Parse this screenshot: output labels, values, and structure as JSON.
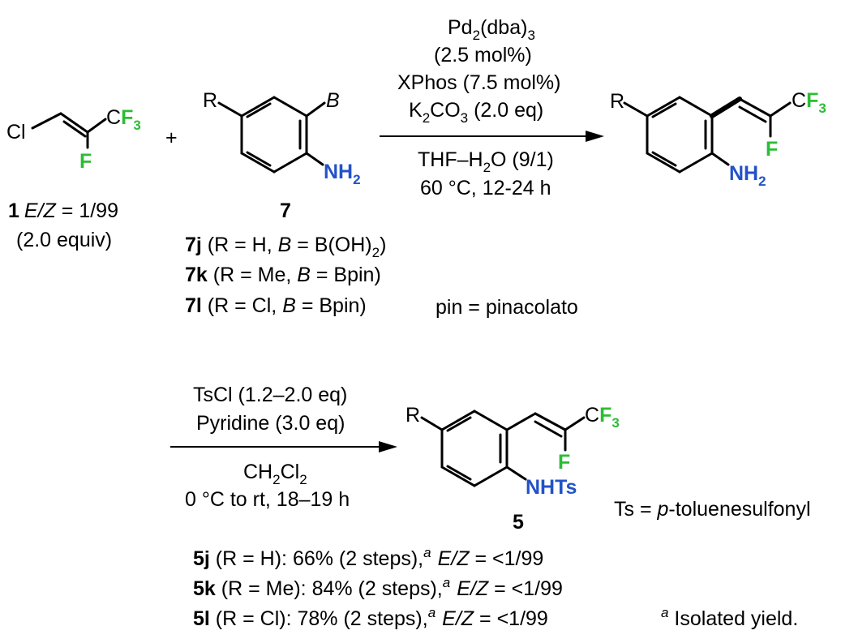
{
  "reactant1": {
    "cl": "Cl",
    "c": "C",
    "f3": "F",
    "f3_sub": "3",
    "f": "F",
    "number": "1",
    "ez_e": "E",
    "ez_slash": "/",
    "ez_z": "Z",
    "ez_value": " = 1/99",
    "equiv": "(2.0 equiv)"
  },
  "plus": "+",
  "reactant7": {
    "r": "R",
    "b": "B",
    "nh": "NH",
    "nh_sub": "2",
    "number": "7",
    "variants": [
      {
        "id": "7j",
        "pre": " (R = H, ",
        "b": "B",
        "post": " = B(OH)",
        "sub": "2",
        "end": ")"
      },
      {
        "id": "7k",
        "pre": " (R = Me, ",
        "b": "B",
        "post": " = Bpin)",
        "sub": "",
        "end": ""
      },
      {
        "id": "7l",
        "pre": " (R = Cl, ",
        "b": "B",
        "post": " = Bpin)",
        "sub": "",
        "end": ""
      }
    ],
    "pin_note": "pin = pinacolato"
  },
  "step1_conditions": {
    "catalyst": "Pd",
    "catalyst_sub1": "2",
    "catalyst_mid": "(dba)",
    "catalyst_sub2": "3",
    "loading": "(2.5 mol%)",
    "ligand": "XPhos (7.5 mol%)",
    "base_k": "K",
    "base_sub1": "2",
    "base_co": "CO",
    "base_sub2": "3",
    "base_eq": " (2.0 eq)",
    "solvent_pre": "THF–H",
    "solvent_sub": "2",
    "solvent_post": "O (9/1)",
    "temp_time": "60 °C, 12-24 h"
  },
  "intermediate": {
    "r": "R",
    "c": "C",
    "f3": "F",
    "f3_sub": "3",
    "f": "F",
    "nh": "NH",
    "nh_sub": "2"
  },
  "step2_conditions": {
    "reagent": "TsCl (1.2–2.0 eq)",
    "base": "Pyridine (3.0 eq)",
    "solvent_ch": "CH",
    "solvent_sub1": "2",
    "solvent_cl": "Cl",
    "solvent_sub2": "2",
    "temp_time": "0 °C to rt, 18–19 h"
  },
  "product5": {
    "r": "R",
    "c": "C",
    "f3": "F",
    "f3_sub": "3",
    "f": "F",
    "nhts": "NHTs",
    "number": "5",
    "ts_note_pre": "Ts = ",
    "ts_note_p": "p",
    "ts_note_post": "-toluenesulfonyl",
    "results": [
      {
        "id": "5j",
        "text": " (R = H): 66% (2 steps),",
        "sup": "a",
        "e": "E",
        "slash": "/",
        "z": "Z",
        "ratio": " = <1/99"
      },
      {
        "id": "5k",
        "text": " (R = Me): 84% (2 steps),",
        "sup": "a",
        "e": "E",
        "slash": "/",
        "z": "Z",
        "ratio": " = <1/99"
      },
      {
        "id": "5l",
        "text": " (R = Cl): 78% (2 steps),",
        "sup": "a",
        "e": "E",
        "slash": "/",
        "z": "Z",
        "ratio": " = <1/99"
      }
    ],
    "footnote_sup": "a",
    "footnote": " Isolated yield."
  }
}
